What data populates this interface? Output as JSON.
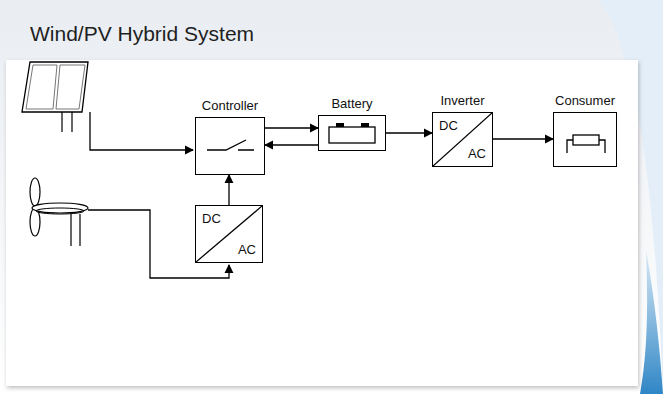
{
  "diagram": {
    "title": "Wind/PV Hybrid System",
    "nodes": [
      {
        "text": [
          "Controller"
        ]
      },
      {
        "text": [
          "Battery"
        ]
      },
      {
        "text": [
          "Inverter",
          "DC",
          "AC"
        ]
      },
      {
        "text": [
          "Consumer"
        ]
      },
      {
        "text": [
          "DC",
          "AC"
        ]
      }
    ],
    "edges": [
      {
        "from": 0,
        "to": 1,
        "arrow": "to"
      },
      {
        "from": 1,
        "to": 0,
        "arrow": "to"
      },
      {
        "from": 1,
        "to": 2,
        "arrow": "to"
      },
      {
        "from": 2,
        "to": 3,
        "arrow": "to"
      },
      {
        "from": 4,
        "to": 0,
        "arrow": "to"
      }
    ]
  }
}
